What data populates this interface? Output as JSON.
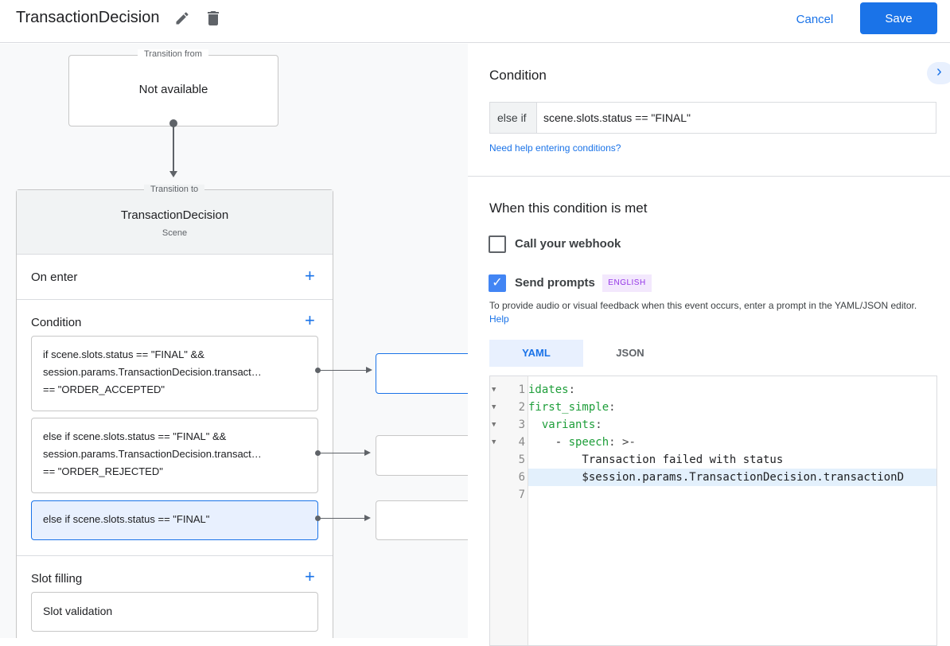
{
  "header": {
    "title": "TransactionDecision",
    "edit_icon": "pencil-icon",
    "delete_icon": "trash-icon",
    "cancel_label": "Cancel",
    "save_label": "Save"
  },
  "canvas": {
    "transition_from": {
      "legend": "Transition from",
      "value": "Not available"
    },
    "transition_to": {
      "legend": "Transition to",
      "scene_name": "TransactionDecision",
      "scene_type": "Scene"
    },
    "sections": {
      "on_enter": "On enter",
      "condition": "Condition",
      "slot_filling": "Slot filling"
    },
    "conditions": [
      {
        "line1": "if scene.slots.status == \"FINAL\" &&",
        "line2": "session.params.TransactionDecision.transact…",
        "line3": "== \"ORDER_ACCEPTED\""
      },
      {
        "line1": "else if scene.slots.status == \"FINAL\" &&",
        "line2": "session.params.TransactionDecision.transact…",
        "line3": "== \"ORDER_REJECTED\""
      },
      {
        "line1": "else if scene.slots.status == \"FINAL\""
      }
    ],
    "slot_validation": "Slot validation"
  },
  "panel": {
    "condition_title": "Condition",
    "condition_prefix": "else if",
    "condition_value": "scene.slots.status == \"FINAL\"",
    "help_link": "Need help entering conditions?",
    "when_met_title": "When this condition is met",
    "webhook_label": "Call your webhook",
    "webhook_checked": false,
    "prompts_label": "Send prompts",
    "prompts_checked": true,
    "language_badge": "ENGLISH",
    "description": "To provide audio or visual feedback when this event occurs, enter a prompt in the YAML/JSON editor.",
    "description_link": "Help",
    "tabs": [
      {
        "label": "YAML",
        "active": true
      },
      {
        "label": "JSON",
        "active": false
      }
    ],
    "editor_lines": [
      {
        "n": "1",
        "key": "idates",
        "rest": ":"
      },
      {
        "n": "2",
        "key": "first_simple",
        "rest": ":"
      },
      {
        "n": "3",
        "indent": "  ",
        "key": "variants",
        "rest": ":"
      },
      {
        "n": "4",
        "indent": "    - ",
        "key": "speech",
        "rest": ": >-"
      },
      {
        "n": "5",
        "text": "        Transaction failed with status"
      },
      {
        "n": "6",
        "text": "        $session.params.TransactionDecision.transactionD"
      },
      {
        "n": "7",
        "text": ""
      }
    ]
  },
  "colors": {
    "accent": "#1a73e8",
    "selected_bg": "#e8f0fe",
    "badge_bg": "#f3e8fd",
    "badge_fg": "#9334e6"
  }
}
